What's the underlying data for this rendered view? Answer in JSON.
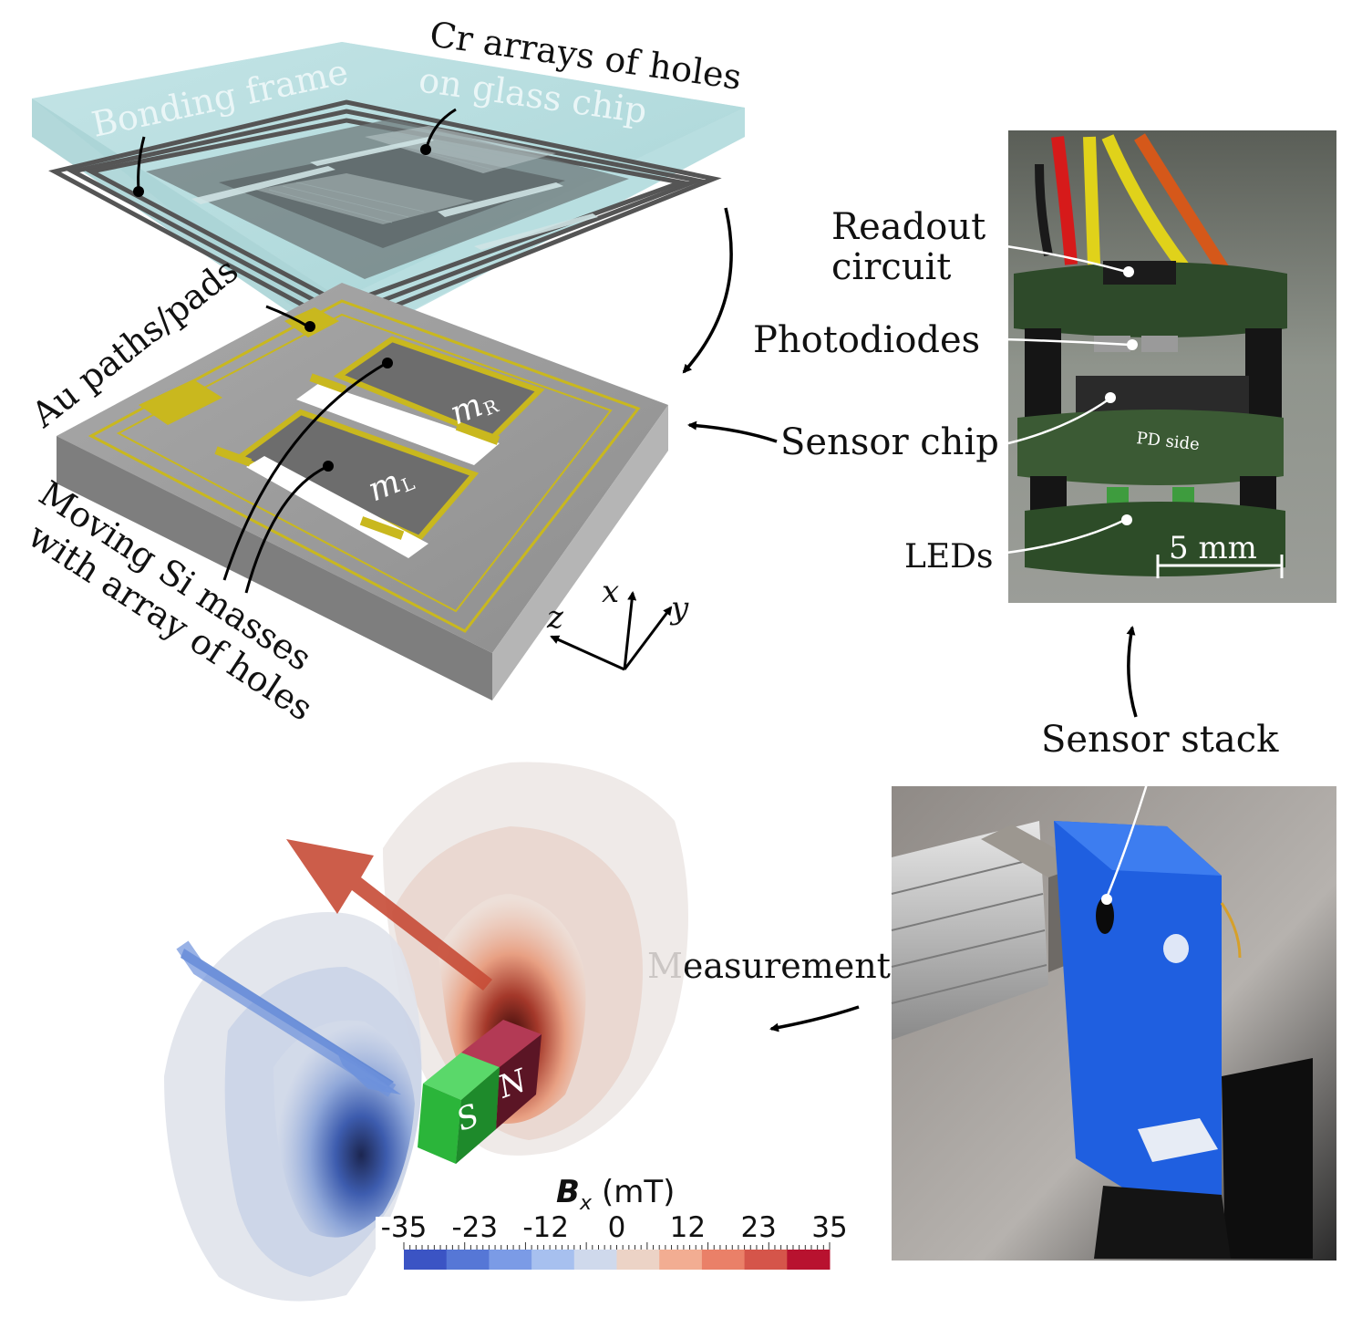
{
  "labels": {
    "bonding_frame": "Bonding frame",
    "cr_arrays_line1": "Cr arrays of holes",
    "cr_arrays_line2": "on glass chip",
    "au_paths": "Au paths/pads",
    "moving_line1": "Moving Si masses",
    "moving_line2": "with array of holes",
    "mass_right": "m",
    "mass_right_sub": "R",
    "mass_left": "m",
    "mass_left_sub": "L",
    "axis_x": "x",
    "axis_y": "y",
    "axis_z": "z",
    "readout_line1": "Readout",
    "readout_line2": "circuit",
    "photodiodes": "Photodiodes",
    "sensor_chip": "Sensor chip",
    "leds": "LEDs",
    "scale_bar": "5 mm",
    "pd_side": "PD side",
    "sensor_stack": "Sensor stack",
    "measurement": "Measurement",
    "magnet_s": "S",
    "magnet_n": "N"
  },
  "colorbar": {
    "title_symbol": "B",
    "title_sub": "x",
    "title_unit": "(mT)",
    "ticks": [
      "-35",
      "-23",
      "-12",
      "0",
      "12",
      "23",
      "35"
    ],
    "colors": [
      "#3b54c4",
      "#5677d6",
      "#7b9be6",
      "#a7c0ef",
      "#cfd9ec",
      "#ecd3c6",
      "#f2ad92",
      "#ea8068",
      "#d5554a",
      "#b8122f"
    ]
  },
  "colors": {
    "glass": "#a9d6d8",
    "chip_grey": "#9a9a9a",
    "gold": "#c9b81e",
    "blue_field": "#8fa8d6",
    "red_field": "#c4563d",
    "magnet_green": "#3ec24a",
    "magnet_red": "#8a2035",
    "holder_blue": "#1f5fe0"
  }
}
